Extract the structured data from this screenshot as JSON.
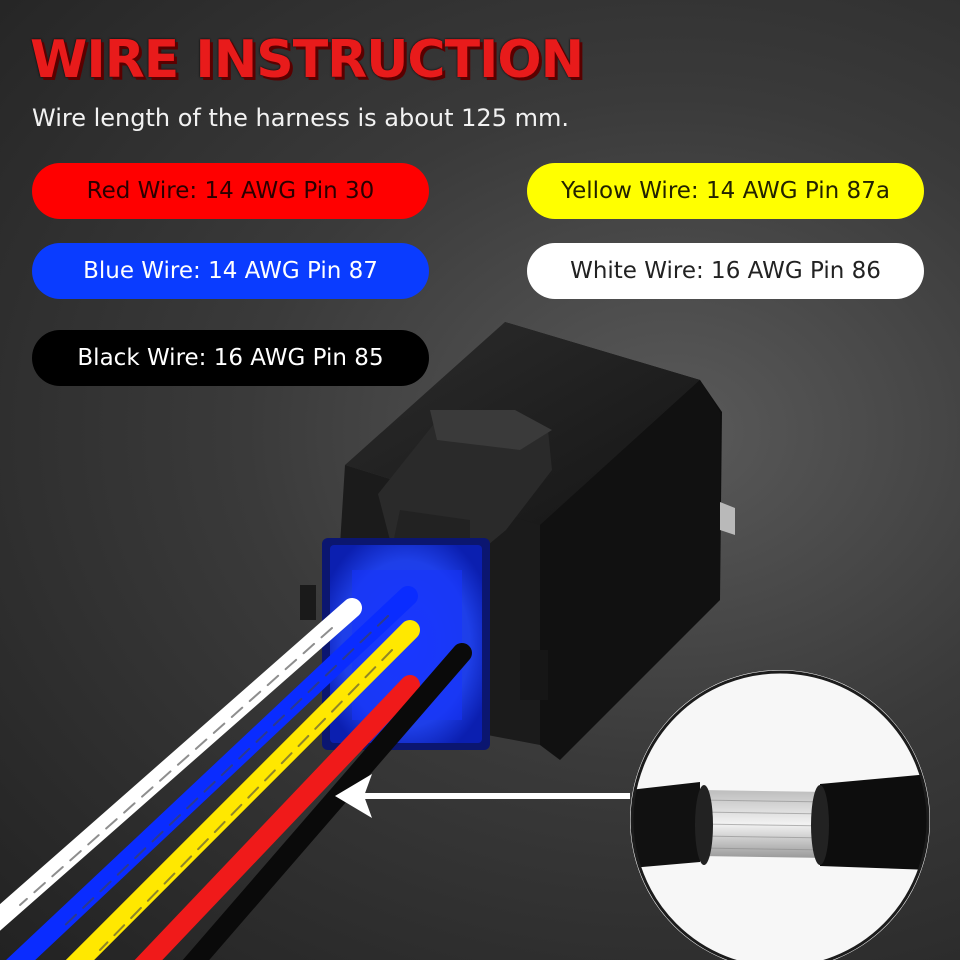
{
  "header": {
    "title": "WIRE INSTRUCTION",
    "subtitle": "Wire length of the harness is about 125 mm."
  },
  "wires": {
    "red": "Red Wire: 14 AWG Pin 30",
    "blue": "Blue Wire: 14 AWG Pin 87",
    "black": "Black Wire: 16 AWG Pin 85",
    "yellow": "Yellow Wire: 14 AWG Pin 87a",
    "white": "White Wire: 16 AWG Pin 86"
  },
  "colors": {
    "title_red": "#e81b1b",
    "red": "#ff0000",
    "blue": "#0a3cff",
    "black": "#000000",
    "yellow": "#ffff00",
    "white": "#ffffff"
  }
}
